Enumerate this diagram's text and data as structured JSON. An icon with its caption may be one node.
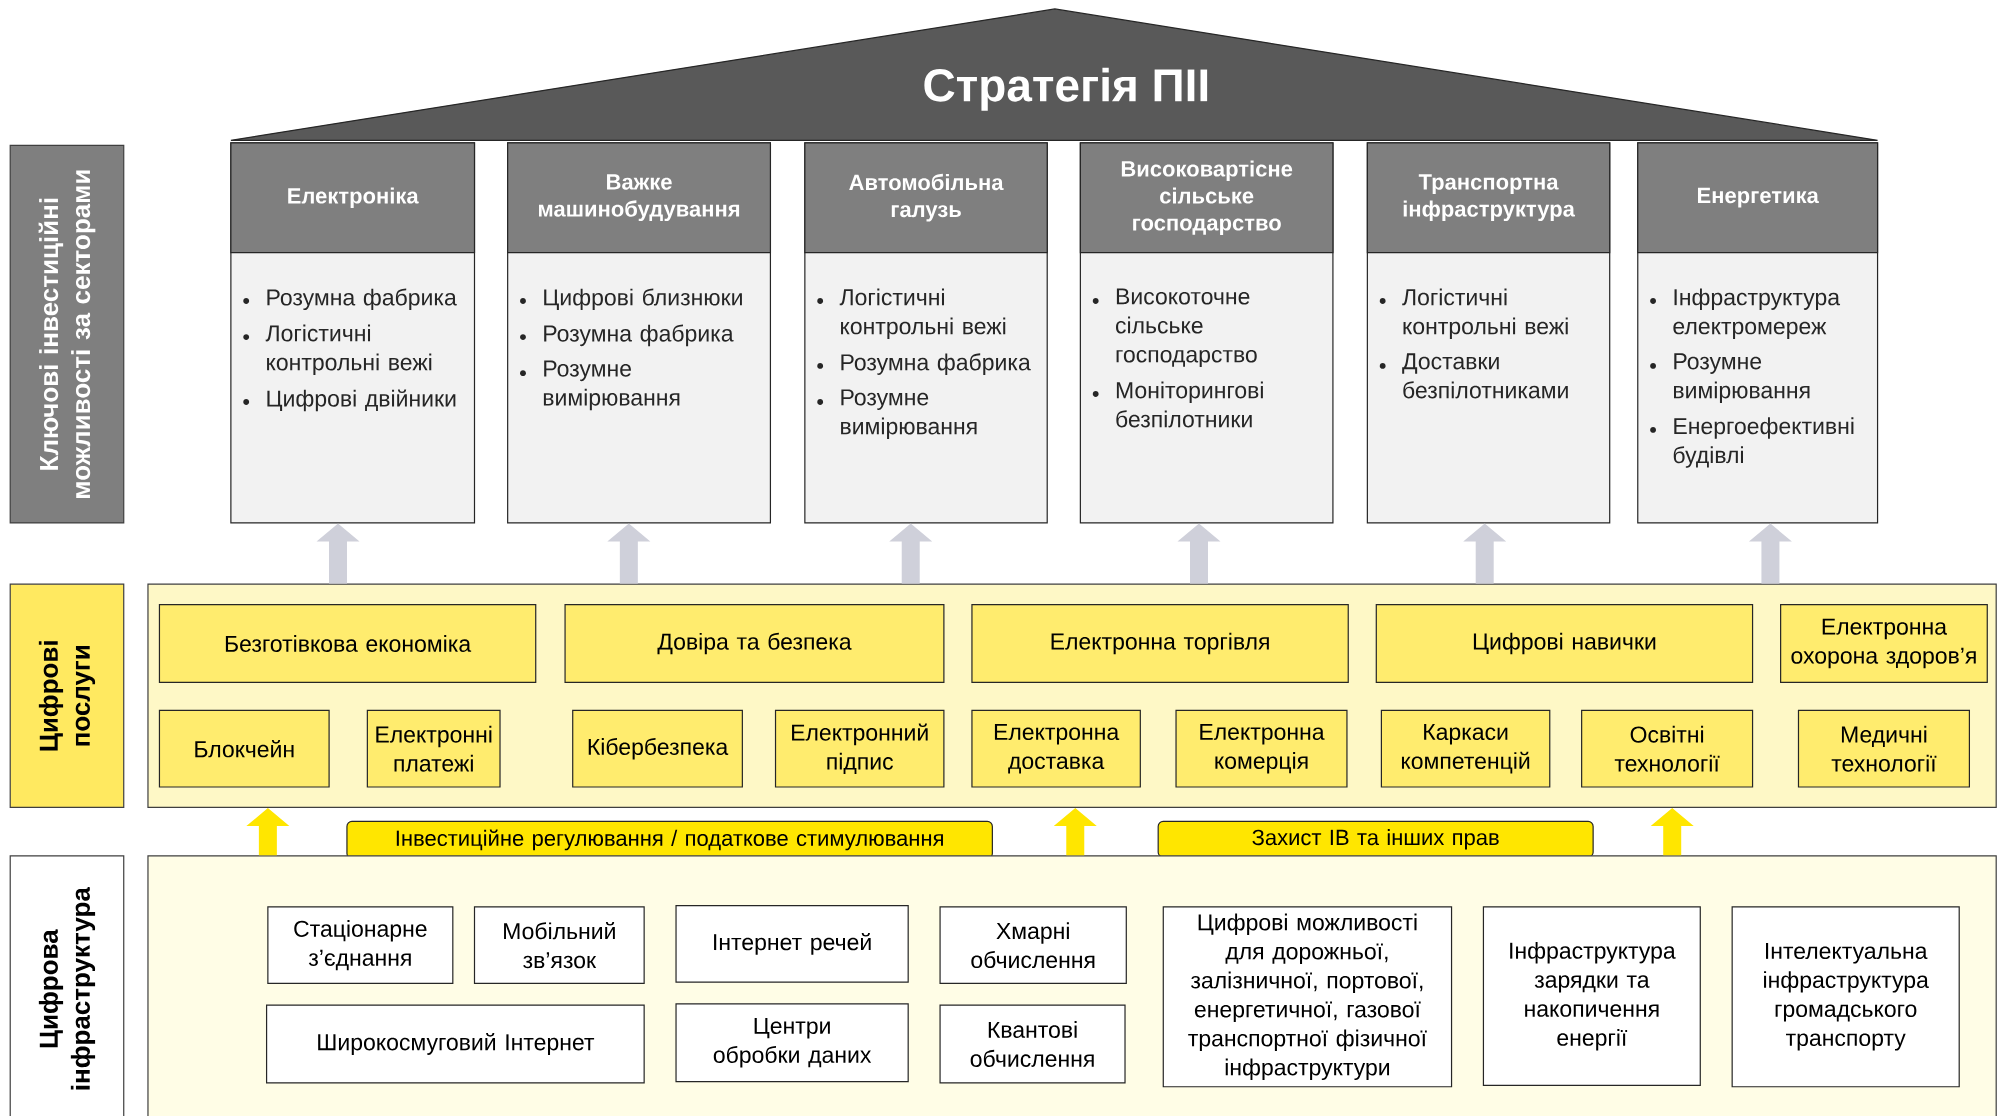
{
  "diagram": {
    "nodes": [
      {
        "text": [
          "Стратегія ПІІ"
        ]
      },
      {
        "text": [
          "Ключові інвестиційні можливості за секторами"
        ]
      },
      {
        "text": [
          "Електроніка",
          "Розумна фабрика",
          "Логістичні контрольні вежі",
          "Цифрові двійники"
        ]
      },
      {
        "text": [
          "Важке машинобудування",
          "Цифрові близнюки",
          "Розумна фабрика",
          "Розумне вимірювання"
        ]
      },
      {
        "text": [
          "Автомобільна галузь",
          "Логістичні контрольні вежі",
          "Розумна фабрика",
          "Розумне вимірювання"
        ]
      },
      {
        "text": [
          "Високовартісне сільське господарство",
          "Високоточне сільське господарство",
          "Моніторингові безпілотники"
        ]
      },
      {
        "text": [
          "Транспортна інфраструктура",
          "Логістичні контрольні вежі",
          "Доставки безпілотниками"
        ]
      },
      {
        "text": [
          "Енергетика",
          "Інфраструктура електромереж",
          "Розумне вимірювання",
          "Енергоефективні будівлі"
        ]
      },
      {
        "text": [
          "Цифрові послуги"
        ]
      },
      {
        "text": [],
        "shape": "box"
      },
      {
        "text": [
          "Безготівкова економіка"
        ],
        "in": 9
      },
      {
        "text": [
          "Довіра та безпека"
        ],
        "in": 9
      },
      {
        "text": [
          "Електронна торгівля"
        ],
        "in": 9
      },
      {
        "text": [
          "Цифрові навички"
        ],
        "in": 9
      },
      {
        "text": [
          "Електронна охорона здоров’я"
        ],
        "in": 9
      },
      {
        "text": [
          "Блокчейн"
        ],
        "in": 9
      },
      {
        "text": [
          "Електронні платежі"
        ],
        "in": 9
      },
      {
        "text": [
          "Кібербезпека"
        ],
        "in": 9
      },
      {
        "text": [
          "Електронний підпис"
        ],
        "in": 9
      },
      {
        "text": [
          "Електронна доставка"
        ],
        "in": 9
      },
      {
        "text": [
          "Електронна комерція"
        ],
        "in": 9
      },
      {
        "text": [
          "Каркаси компетенцій"
        ],
        "in": 9
      },
      {
        "text": [
          "Освітні технології"
        ],
        "in": 9
      },
      {
        "text": [
          "Медичні технології"
        ],
        "in": 9
      },
      {
        "text": [
          "Інвестиційне регулювання / податкове стимулювання"
        ]
      },
      {
        "text": [
          "Захист ІВ та інших прав"
        ]
      },
      {
        "text": [
          "Цифрова інфраструктура"
        ]
      },
      {
        "text": [],
        "shape": "box"
      },
      {
        "text": [
          "Стаціонарне з’єднання"
        ],
        "in": 27
      },
      {
        "text": [
          "Мобільний зв’язок"
        ],
        "in": 27
      },
      {
        "text": [
          "Інтернет речей"
        ],
        "in": 27
      },
      {
        "text": [
          "Хмарні обчислення"
        ],
        "in": 27
      },
      {
        "text": [
          "Цифрові можливості для дорожньої, залізничної, портової, енергетичної, газової транспортної фізичної інфраструктури"
        ],
        "in": 27
      },
      {
        "text": [
          "Інфраструктура зарядки та накопичення енергії"
        ],
        "in": 27
      },
      {
        "text": [
          "Інтелектуальна інфраструктура громадського транспорту"
        ],
        "in": 27
      },
      {
        "text": [
          "Широкосмуговий Інтернет"
        ],
        "in": 27
      },
      {
        "text": [
          "Центри обробки даних"
        ],
        "in": 27
      },
      {
        "text": [
          "Квантові обчислення"
        ],
        "in": 27
      }
    ],
    "edges": [
      {
        "from": 9,
        "to": 2,
        "arrow": "to"
      },
      {
        "from": 9,
        "to": 3,
        "arrow": "to"
      },
      {
        "from": 9,
        "to": 4,
        "arrow": "to"
      },
      {
        "from": 9,
        "to": 5,
        "arrow": "to"
      },
      {
        "from": 9,
        "to": 6,
        "arrow": "to"
      },
      {
        "from": 9,
        "to": 7,
        "arrow": "to"
      },
      {
        "from": 27,
        "to": 9,
        "arrow": "to",
        "color": "#ffe600"
      },
      {
        "from": 27,
        "to": 9,
        "arrow": "to",
        "color": "#ffe600"
      },
      {
        "from": 27,
        "to": 9,
        "arrow": "to",
        "color": "#ffe600"
      }
    ]
  }
}
